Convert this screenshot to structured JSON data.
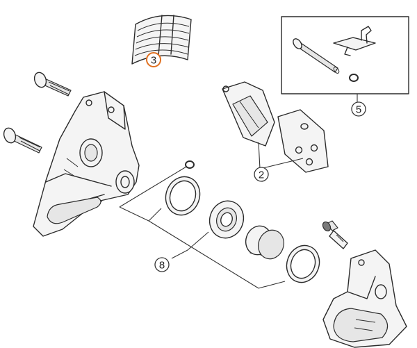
{
  "callouts": [
    {
      "id": "3",
      "label": "3",
      "color": "#e07020"
    },
    {
      "id": "2",
      "label": "2",
      "color": "#222222"
    },
    {
      "id": "5",
      "label": "5",
      "color": "#222222"
    },
    {
      "id": "8",
      "label": "8",
      "color": "#222222"
    }
  ]
}
